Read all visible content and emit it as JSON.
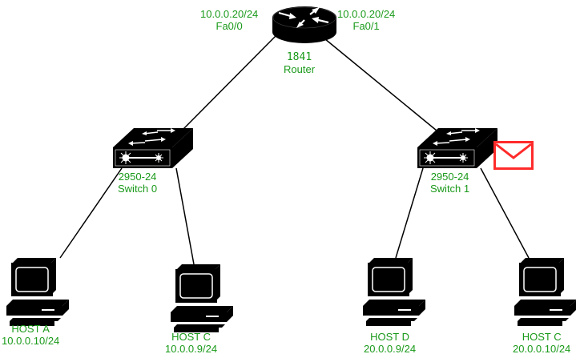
{
  "diagram": {
    "type": "network-topology",
    "router": {
      "model": "1841",
      "name": "Router",
      "interfaces": [
        {
          "ip": "10.0.0.20/24",
          "port": "Fa0/0"
        },
        {
          "ip": "10.0.0.20/24",
          "port": "Fa0/1"
        }
      ]
    },
    "switches": [
      {
        "model": "2950-24",
        "name": "Switch 0"
      },
      {
        "model": "2950-24",
        "name": "Switch 1"
      }
    ],
    "hosts": [
      {
        "name": "HOST A",
        "ip": "10.0.0.10/24"
      },
      {
        "name": "HOST C",
        "ip": "10.0.0.9/24"
      },
      {
        "name": "HOST D",
        "ip": "20.0.0.9/24"
      },
      {
        "name": "HOST C",
        "ip": "20.0.0.10/24"
      }
    ],
    "links": [
      {
        "from": "Router Fa0/0",
        "to": "Switch 0"
      },
      {
        "from": "Router Fa0/1",
        "to": "Switch 1"
      },
      {
        "from": "Switch 0",
        "to": "HOST A"
      },
      {
        "from": "Switch 0",
        "to": "HOST C (10.0.0.9)"
      },
      {
        "from": "Switch 1",
        "to": "HOST D"
      },
      {
        "from": "Switch 1",
        "to": "HOST C (20.0.0.10)"
      }
    ],
    "packet_indicator": {
      "icon": "envelope-icon",
      "color": "#ff2a2a",
      "near": "Switch 1"
    },
    "label_color": "#1a9a1a"
  }
}
